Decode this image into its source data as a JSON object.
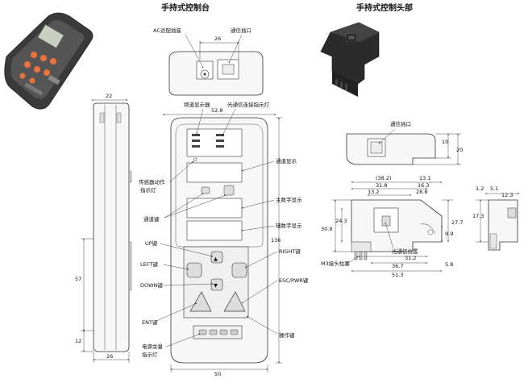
{
  "titles": {
    "console": "手持式控制台",
    "head": "手持式控制头部"
  },
  "labels": {
    "ac_adapter": "AC适配插座",
    "comm_port_top": "通信插口",
    "channel_display_lamp": "频道显示器",
    "light_comm_lamp": "光通信连接指示灯",
    "channel_display": "通道显示",
    "sensor_lamp_1": "传感器动作",
    "sensor_lamp_2": "指示灯",
    "channel_key": "通道键",
    "main_digit": "主数字显示",
    "sub_digit": "辅数字显示",
    "up_key": "UP键",
    "left_key": "LEFT键",
    "right_key": "RIGHT键",
    "down_key": "DOWN键",
    "esc_key": "ESC/PWR键",
    "ent_key": "ENT键",
    "op_key": "操作键",
    "battery_1": "电源余量",
    "battery_2": "指示灯",
    "comm_port_head": "通信插口",
    "light_comm_pos": "光通信位置",
    "m3_post": "M3接头柱塞"
  },
  "dimensions": {
    "d26_top": "26",
    "d22": "22",
    "d52_8": "52.8",
    "d136": "136",
    "d57": "57",
    "d12": "12",
    "d26_bottom": "26",
    "d50": "50",
    "d10": "10",
    "d20": "20",
    "d38_2": "(38.2)",
    "d13_1": "13.1",
    "d31_8": "31.8",
    "d16_3": "16.3",
    "d13_2": "13.2",
    "d28_8": "28.8",
    "d24_3": "24.3",
    "d30_9": "30.9",
    "d27_7": "27.7",
    "d9_9": "9.9",
    "d36_7": "36.7",
    "d31_2": "31.2",
    "d5_8": "5.8",
    "d51_3": "51.3",
    "d1_2": "1.2",
    "d5_1": "5.1",
    "d12_3": "12.3",
    "d17_3": "17.3"
  },
  "colors": {
    "device_orange": "#e8743b",
    "device_body": "#4a4a4a",
    "head_body": "#2b2b2b"
  }
}
